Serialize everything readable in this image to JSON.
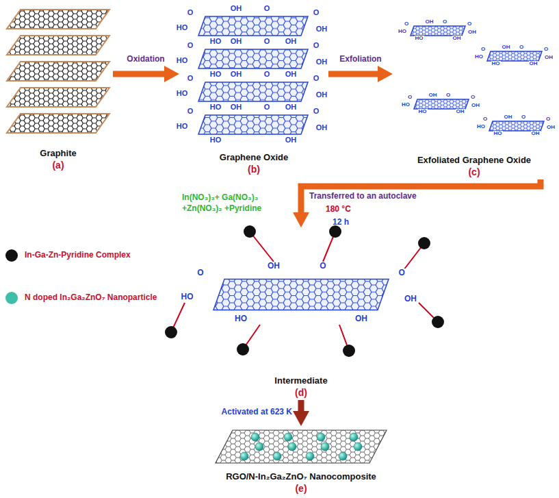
{
  "diagram": {
    "nodes": [
      {
        "text": [
          "Graphite",
          "(a)"
        ]
      },
      {
        "text": [
          "Graphene Oxide",
          "(b)"
        ]
      },
      {
        "text": [
          "Exfoliated Graphene Oxide",
          "(c)"
        ]
      },
      {
        "text": [
          "Intermediate",
          "(d)"
        ]
      },
      {
        "text": [
          "RGO/N-In₂Ga₂ZnO₇ Nanocomposite",
          "(e)"
        ]
      }
    ],
    "edges": [
      {
        "from": 0,
        "to": 1,
        "arrow": "to",
        "label": "Oxidation"
      },
      {
        "from": 1,
        "to": 2,
        "arrow": "to",
        "label": "Exfoliation"
      },
      {
        "from": 2,
        "to": 3,
        "arrow": "to",
        "label": "In(NO₃)₃+ Ga(NO₃)₃ +Zn(NO₃)₂ +Pyridine"
      },
      {
        "from": 3,
        "to": 4,
        "arrow": "to",
        "label": "Activated at 623 K"
      }
    ],
    "labels": [
      "O",
      "HO",
      "OH",
      "O",
      "O",
      "OH",
      "HO",
      "OH",
      "O",
      "HO",
      "OH",
      "O",
      "O",
      "OH",
      "HO",
      "OH",
      "O",
      "HO",
      "OH",
      "O",
      "O",
      "OH",
      "HO",
      "OH",
      "O",
      "HO",
      "OH",
      "O",
      "O",
      "OH",
      "HO",
      "OH",
      "O",
      "HO",
      "OH",
      "O",
      "O",
      "OH",
      "HO",
      "OH",
      "O",
      "HO",
      "OH",
      "O",
      "O",
      "OH",
      "HO",
      "OH",
      "O",
      "HO",
      "OH",
      "O",
      "O",
      "OH",
      "HO",
      "OH",
      "O",
      "HO",
      "OH",
      "O",
      "O",
      "OH",
      "HO",
      "OH",
      "O",
      "HO",
      "OH",
      "O",
      "O",
      "OH",
      "HO",
      "OH",
      "Transferred to an autoclave",
      "180 °C",
      "12 h"
    ],
    "legend": [
      {
        "text": "In-Ga-Zn-Pyridine Complex",
        "color": "#111111"
      },
      {
        "text": "N doped In₂Ga₂ZnO₇ Nanoparticle",
        "color": "#3fbfa8"
      }
    ]
  }
}
